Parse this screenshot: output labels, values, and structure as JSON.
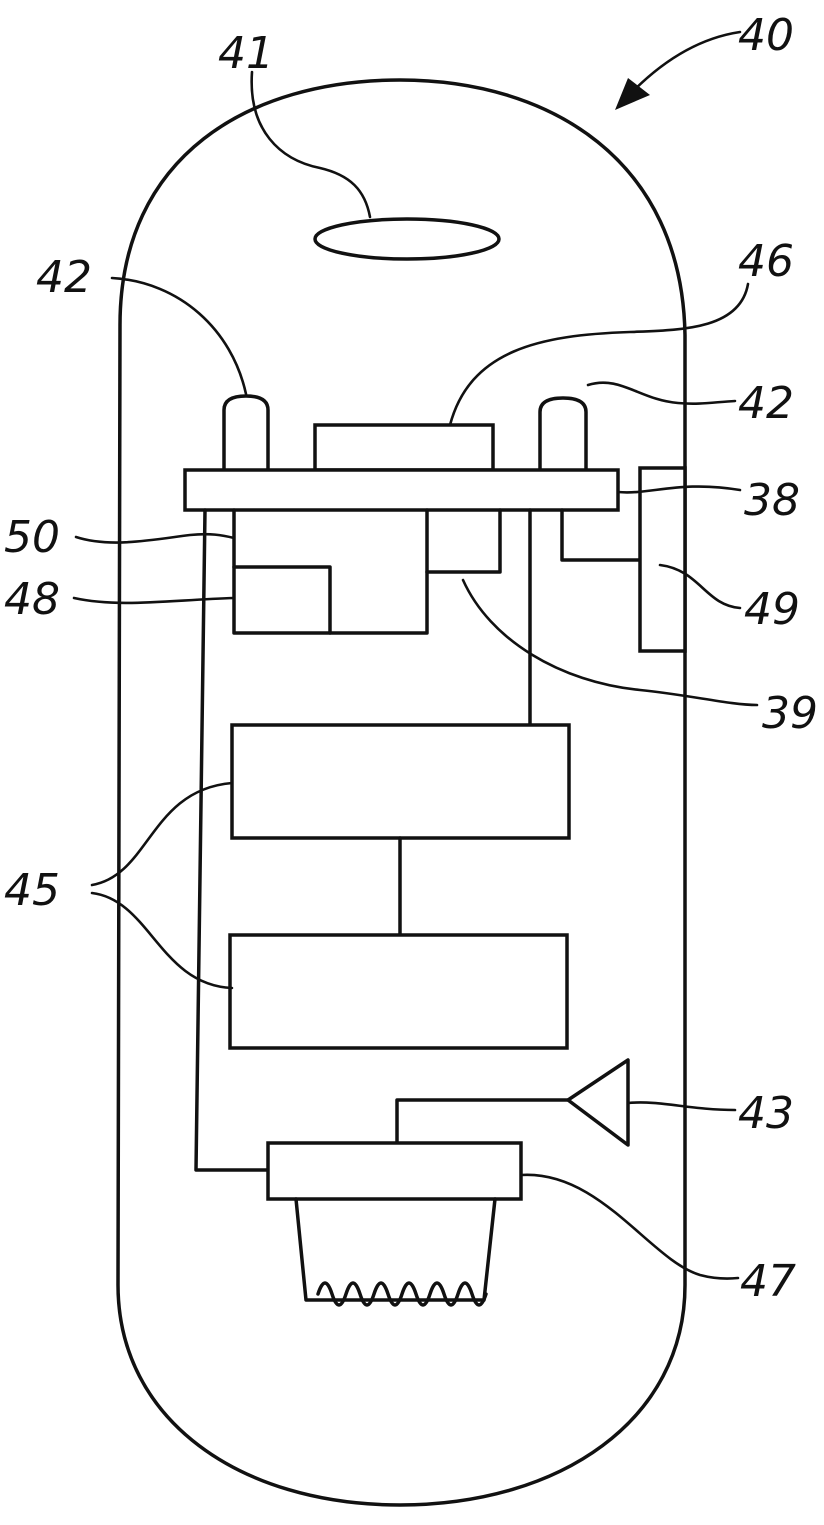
{
  "labels": {
    "n40": "40",
    "n41": "41",
    "n42_left": "42",
    "n42_right": "42",
    "n46": "46",
    "n38": "38",
    "n50": "50",
    "n48": "48",
    "n49": "49",
    "n39": "39",
    "n45": "45",
    "n43": "43",
    "n47": "47"
  },
  "colors": {
    "line": "#111111",
    "background": "#ffffff"
  }
}
